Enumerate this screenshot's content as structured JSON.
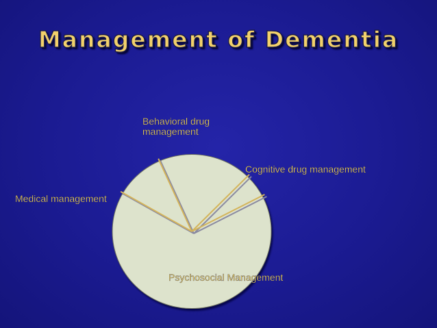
{
  "slide": {
    "title": "Management of Dementia"
  },
  "colors": {
    "background": "#1a1a8c",
    "title": "#f2d16b",
    "pie_fill": "#dde3cc",
    "slice_edge": "#d4b45a",
    "shadow_edge": "#8a8aa0",
    "label": "#f6d957"
  },
  "chart_data": {
    "type": "pie",
    "title": "",
    "labels": [
      "Behavioral drug management",
      "Cognitive drug management",
      "Psychosocial Management",
      "Medical management"
    ],
    "values": [
      19,
      5,
      66,
      10
    ],
    "legend": "none",
    "style": "exploded-outline"
  }
}
